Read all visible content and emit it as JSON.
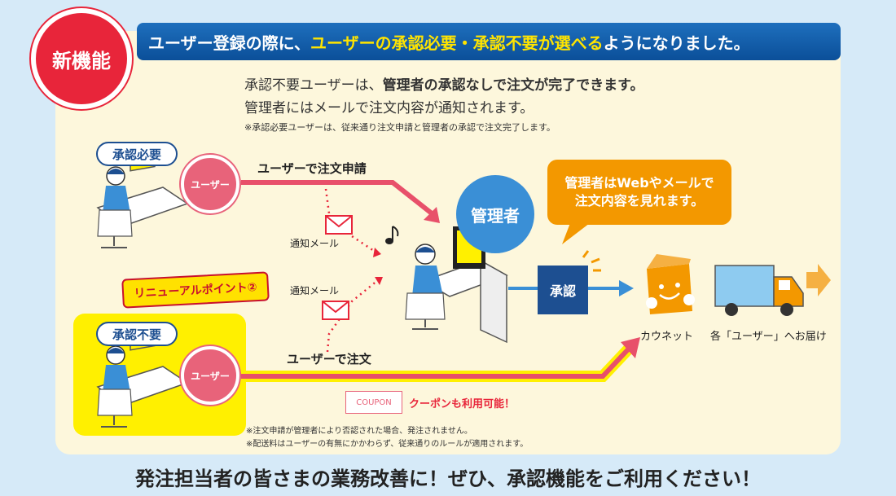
{
  "badge": {
    "label": "新機能"
  },
  "title": {
    "part1": "ユーザー登録の際に、",
    "part2": "ユーザーの承認必要・承認不要が選べる",
    "part3": "ようになりました。"
  },
  "intro": {
    "line1_prefix": "承認不要ユーザーは、",
    "line1_bold": "管理者の承認なしで注文が完了できます。",
    "line2": "管理者にはメールで注文内容が通知されます。",
    "note": "※承認必要ユーザーは、従来通り注文申請と管理者の承認で注文完了します。"
  },
  "approval_required": {
    "label": "承認必要",
    "user": "ユーザー",
    "flow": "ユーザーで注文申請"
  },
  "approval_not_required": {
    "label": "承認不要",
    "user": "ユーザー",
    "flow": "ユーザーで注文"
  },
  "renewal_point": "リニューアルポイント②",
  "mail": {
    "label1": "通知メール",
    "label2": "通知メール"
  },
  "admin": {
    "label": "管理者",
    "bubble_line1": "管理者はWebやメールで",
    "bubble_line2": "注文内容を見れます。"
  },
  "approve": "承認",
  "kaunet": "カウネット",
  "delivery": "各「ユーザー」へお届け",
  "coupon": {
    "box": "COUPON",
    "text": "クーポンも利用可能！"
  },
  "notes": {
    "n1": "※注文申請が管理者により否認された場合、発注されません。",
    "n2": "※配送料はユーザーの有無にかかわらず、従来通りのルールが適用されます。"
  },
  "bottom_message": "発注担当者の皆さまの業務改善に！ぜひ、承認機能をご利用ください！",
  "colors": {
    "background": "#d6eaf8",
    "panel": "#fdf7dc",
    "title_bar": "#1e6fbd",
    "highlight": "#ffe400",
    "badge": "#e8253a",
    "user_circle": "#e8637a",
    "admin_circle": "#3a8fd6",
    "bubble": "#f39800",
    "approve_box": "#1d4f91",
    "yellow_box": "#fff000"
  }
}
